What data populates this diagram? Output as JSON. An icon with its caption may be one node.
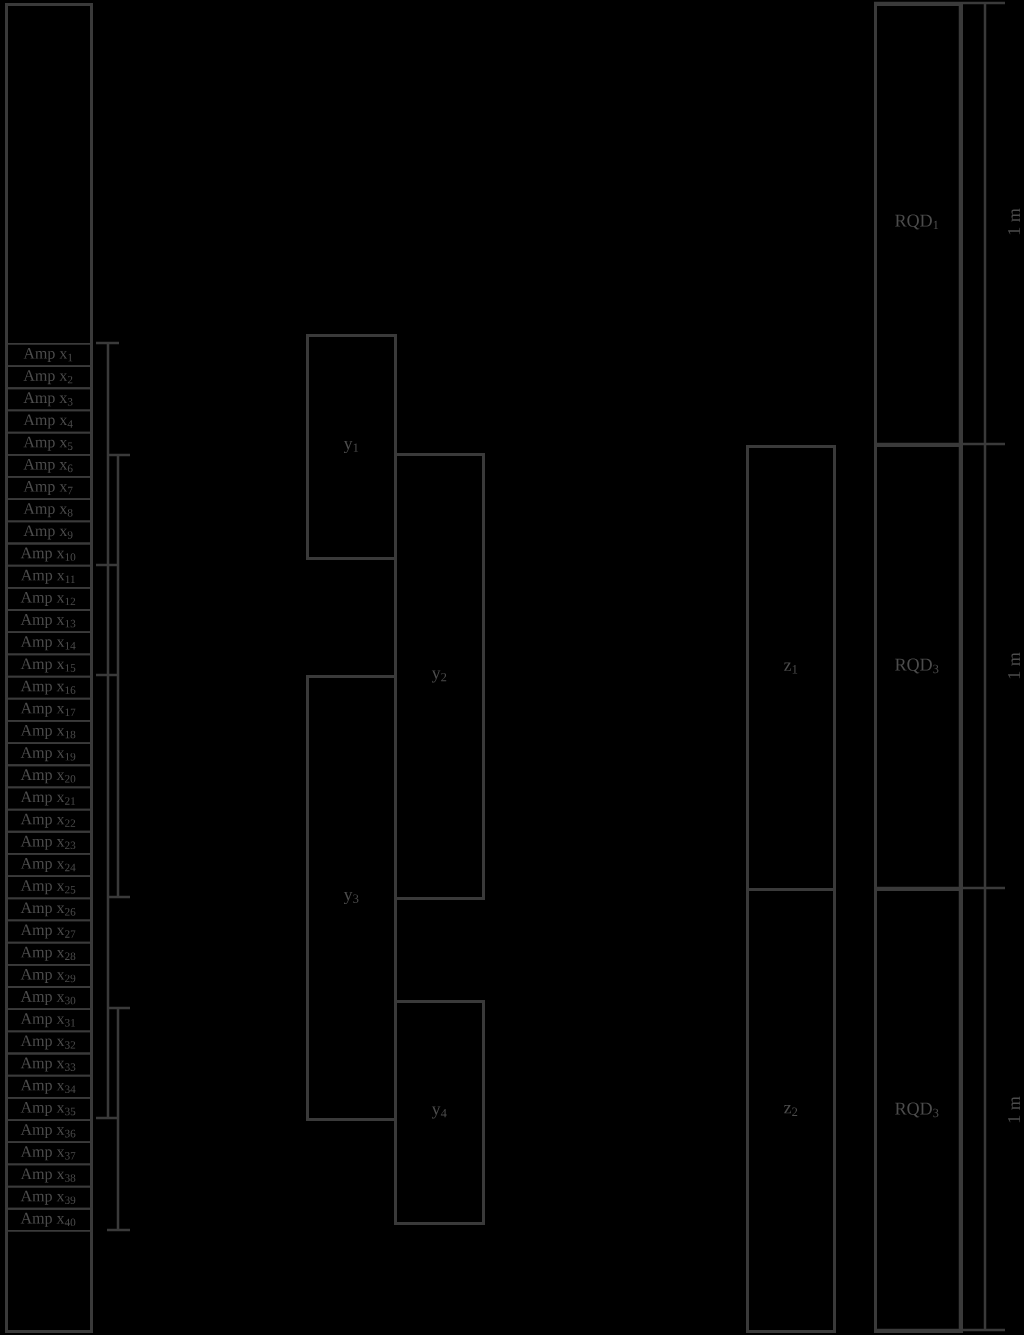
{
  "diagram": {
    "nodes": [
      {
        "text": [],
        "shape": "box"
      },
      {
        "text": [
          "Amp x$_{1}$"
        ],
        "in": 0
      },
      {
        "text": [
          "Amp x$_{2}$"
        ],
        "in": 0
      },
      {
        "text": [
          "Amp x$_{3}$"
        ],
        "in": 0
      },
      {
        "text": [
          "Amp x$_{4}$"
        ],
        "in": 0
      },
      {
        "text": [
          "Amp x$_{5}$"
        ],
        "in": 0
      },
      {
        "text": [
          "Amp x$_{6}$"
        ],
        "in": 0
      },
      {
        "text": [
          "Amp x$_{7}$"
        ],
        "in": 0
      },
      {
        "text": [
          "Amp x$_{8}$"
        ],
        "in": 0
      },
      {
        "text": [
          "Amp x$_{9}$"
        ],
        "in": 0
      },
      {
        "text": [
          "Amp x$_{10}$"
        ],
        "in": 0
      },
      {
        "text": [
          "Amp x$_{11}$"
        ],
        "in": 0
      },
      {
        "text": [
          "Amp x$_{12}$"
        ],
        "in": 0
      },
      {
        "text": [
          "Amp x$_{13}$"
        ],
        "in": 0
      },
      {
        "text": [
          "Amp x$_{14}$"
        ],
        "in": 0
      },
      {
        "text": [
          "Amp x$_{15}$"
        ],
        "in": 0
      },
      {
        "text": [
          "Amp x$_{16}$"
        ],
        "in": 0
      },
      {
        "text": [
          "Amp x$_{17}$"
        ],
        "in": 0
      },
      {
        "text": [
          "Amp x$_{18}$"
        ],
        "in": 0
      },
      {
        "text": [
          "Amp x$_{19}$"
        ],
        "in": 0
      },
      {
        "text": [
          "Amp x$_{20}$"
        ],
        "in": 0
      },
      {
        "text": [
          "Amp x$_{21}$"
        ],
        "in": 0
      },
      {
        "text": [
          "Amp x$_{22}$"
        ],
        "in": 0
      },
      {
        "text": [
          "Amp x$_{23}$"
        ],
        "in": 0
      },
      {
        "text": [
          "Amp x$_{24}$"
        ],
        "in": 0
      },
      {
        "text": [
          "Amp x$_{25}$"
        ],
        "in": 0
      },
      {
        "text": [
          "Amp x$_{26}$"
        ],
        "in": 0
      },
      {
        "text": [
          "Amp x$_{27}$"
        ],
        "in": 0
      },
      {
        "text": [
          "Amp x$_{28}$"
        ],
        "in": 0
      },
      {
        "text": [
          "Amp x$_{29}$"
        ],
        "in": 0
      },
      {
        "text": [
          "Amp x$_{30}$"
        ],
        "in": 0
      },
      {
        "text": [
          "Amp x$_{31}$"
        ],
        "in": 0
      },
      {
        "text": [
          "Amp x$_{32}$"
        ],
        "in": 0
      },
      {
        "text": [
          "Amp x$_{33}$"
        ],
        "in": 0
      },
      {
        "text": [
          "Amp x$_{34}$"
        ],
        "in": 0
      },
      {
        "text": [
          "Amp x$_{35}$"
        ],
        "in": 0
      },
      {
        "text": [
          "Amp x$_{36}$"
        ],
        "in": 0
      },
      {
        "text": [
          "Amp x$_{37}$"
        ],
        "in": 0
      },
      {
        "text": [
          "Amp x$_{38}$"
        ],
        "in": 0
      },
      {
        "text": [
          "Amp x$_{39}$"
        ],
        "in": 0
      },
      {
        "text": [
          "Amp x$_{40}$"
        ],
        "in": 0
      },
      {
        "text": [
          "y$_{1}$"
        ]
      },
      {
        "text": [
          "y$_{2}$"
        ]
      },
      {
        "text": [
          "y$_{3}$"
        ]
      },
      {
        "text": [
          "y$_{4}$"
        ]
      },
      {
        "text": [
          "z$_{1}$"
        ]
      },
      {
        "text": [
          "z$_{2}$"
        ]
      },
      {
        "text": [
          "RQD$_{1}$"
        ]
      },
      {
        "text": [
          "RQD$_{3}$"
        ]
      },
      {
        "text": [
          "RQD$_{3}$"
        ]
      }
    ],
    "labels": [
      "1 m",
      "1 m",
      "1 m"
    ]
  }
}
